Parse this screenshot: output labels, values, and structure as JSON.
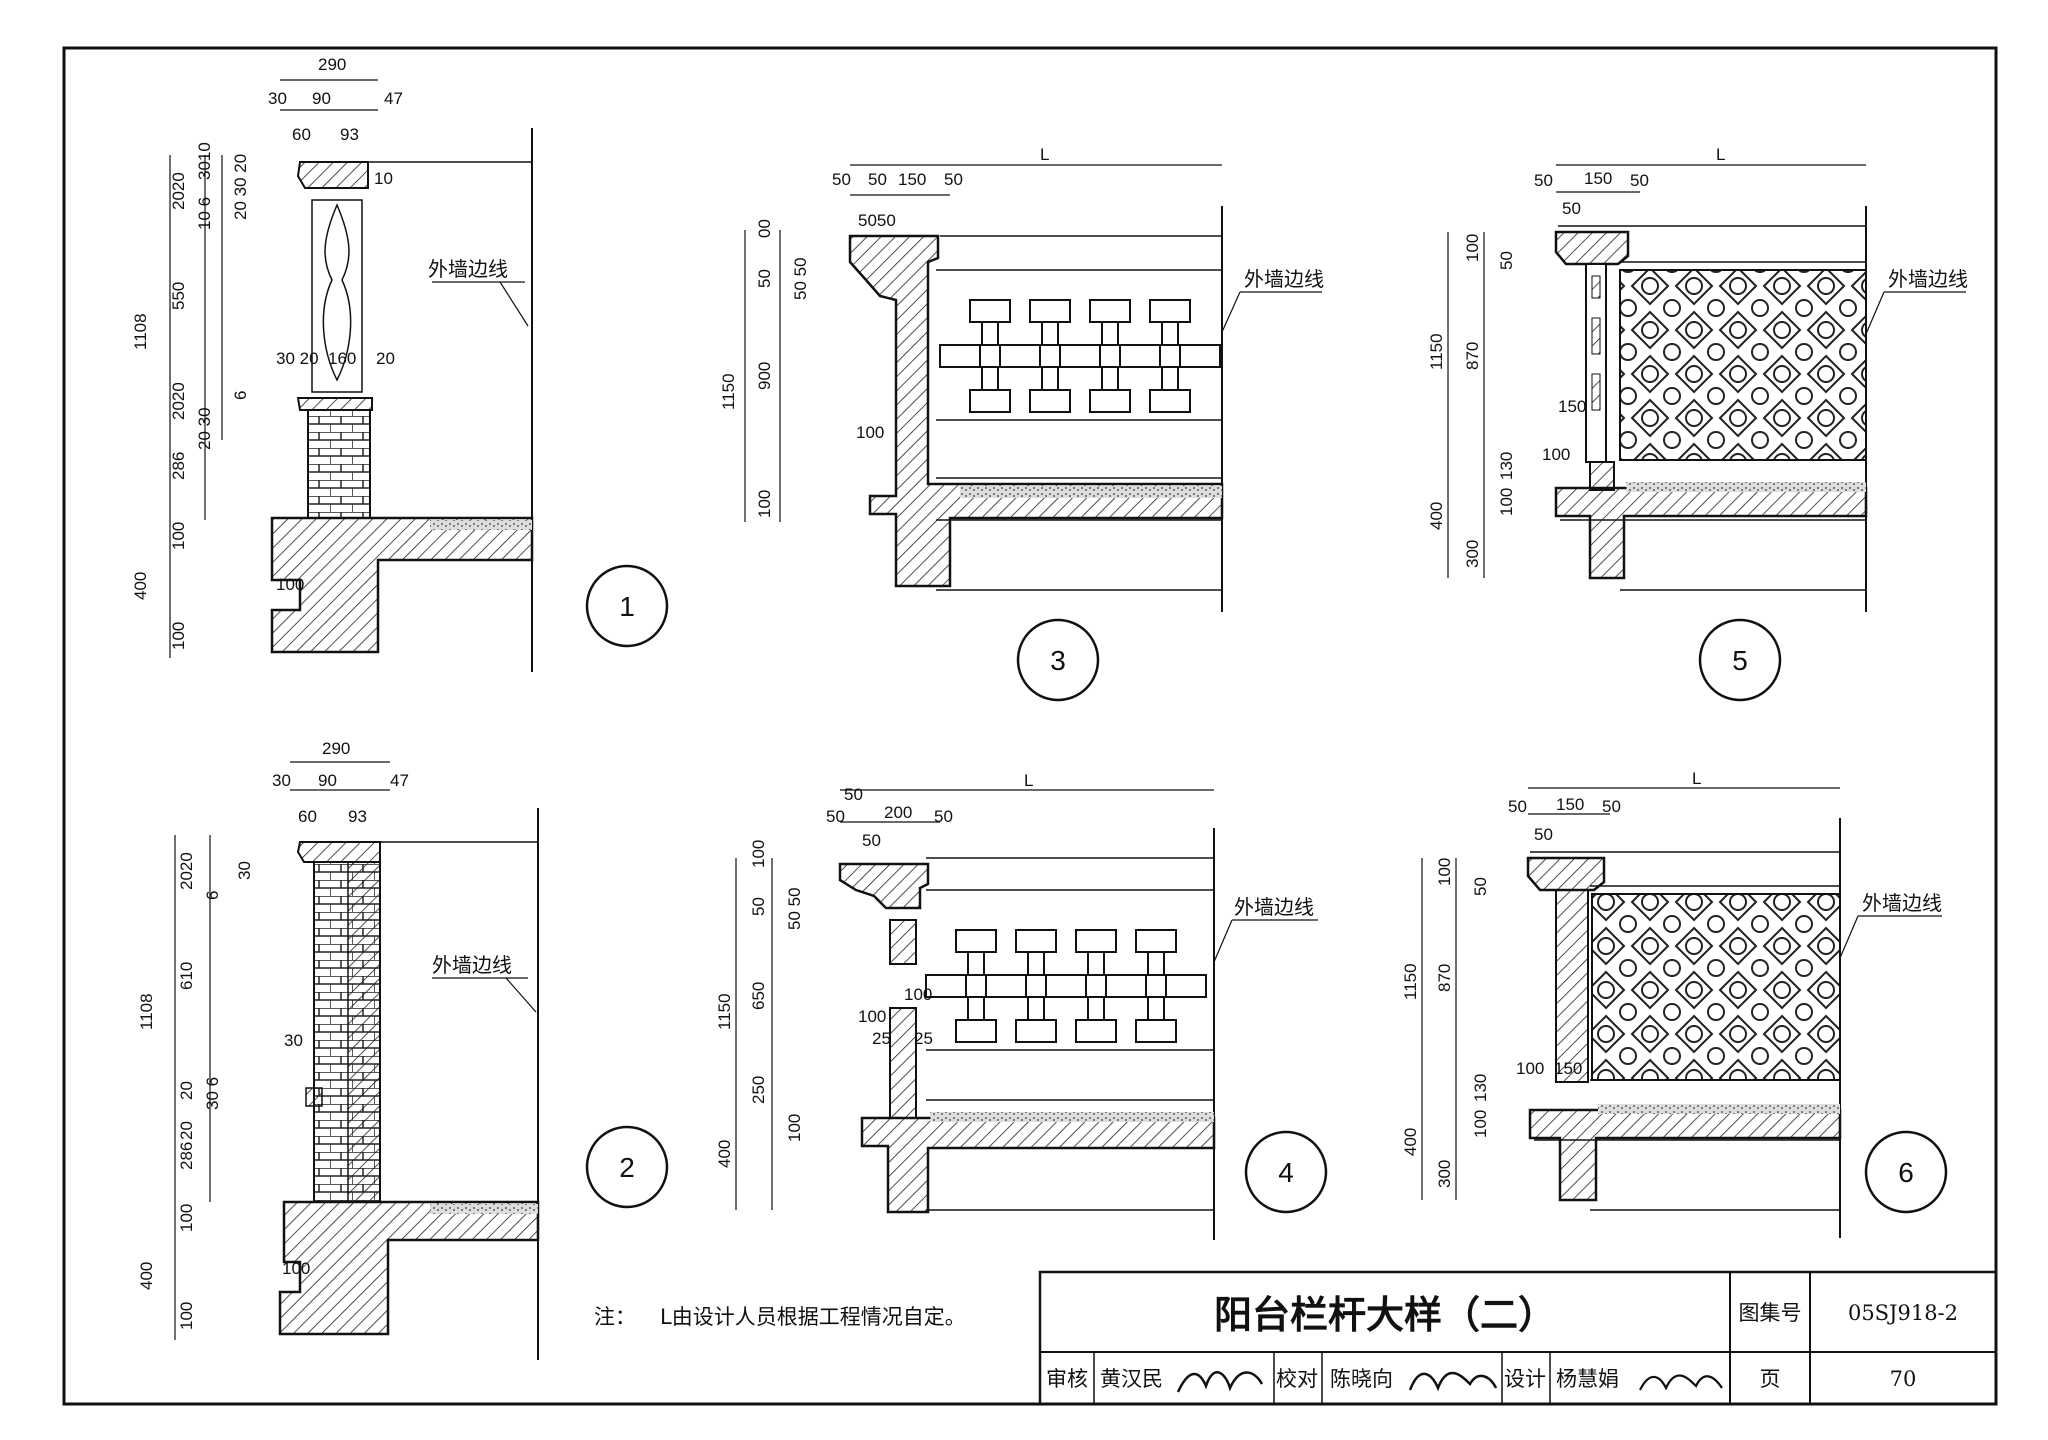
{
  "sheet": {
    "title": "阳台栏杆大样（二）",
    "atlas_label": "图集号",
    "atlas_no": "05SJ918-2",
    "page_label": "页",
    "page_no": "70",
    "review_label": "审核",
    "reviewer": "黄汉民",
    "check_label": "校对",
    "checker": "陈晓向",
    "design_label": "设计",
    "designer": "杨慧娟",
    "note_label": "注：",
    "note_text": "L由设计人员根据工程情况自定。"
  },
  "common": {
    "outer_wall": "外墙边线",
    "L": "L"
  },
  "details": [
    {
      "id": "1",
      "dims_top": [
        "290",
        "30",
        "90",
        "47",
        "60",
        "93"
      ],
      "dims_left": [
        "1108",
        "550",
        "400",
        "286",
        "100",
        "100"
      ],
      "dims_small": [
        "2020",
        "2020",
        "3010",
        "10 6",
        "20 30 20",
        "10",
        "30 20",
        "160",
        "20",
        "20 30",
        "6",
        "100"
      ]
    },
    {
      "id": "2",
      "dims_top": [
        "290",
        "30",
        "90",
        "47",
        "60",
        "93"
      ],
      "dims_left": [
        "1108",
        "610",
        "400",
        "286",
        "100",
        "100"
      ],
      "dims_small": [
        "2020",
        "20",
        "20",
        "30",
        "6",
        "30 6",
        "30",
        "100"
      ]
    },
    {
      "id": "3",
      "dims_top": [
        "50",
        "50",
        "150",
        "50",
        "5050"
      ],
      "dims_left": [
        "1150",
        "900",
        "100",
        "50",
        "100",
        "50 50",
        "00"
      ]
    },
    {
      "id": "4",
      "dims_top": [
        "50",
        "50",
        "200",
        "50",
        "50"
      ],
      "dims_left": [
        "1150",
        "650",
        "250",
        "400",
        "100",
        "50",
        "100",
        "50 50"
      ],
      "dims_small": [
        "100",
        "100",
        "25",
        "25"
      ]
    },
    {
      "id": "5",
      "dims_top": [
        "50",
        "150",
        "50",
        "50"
      ],
      "dims_left": [
        "1150",
        "870",
        "400",
        "300",
        "130",
        "100",
        "100",
        "50"
      ],
      "dims_small": [
        "150",
        "100"
      ]
    },
    {
      "id": "6",
      "dims_top": [
        "50",
        "150",
        "50",
        "50"
      ],
      "dims_left": [
        "1150",
        "870",
        "400",
        "300",
        "130",
        "100",
        "100",
        "50"
      ],
      "dims_small": [
        "100",
        "150"
      ]
    }
  ]
}
